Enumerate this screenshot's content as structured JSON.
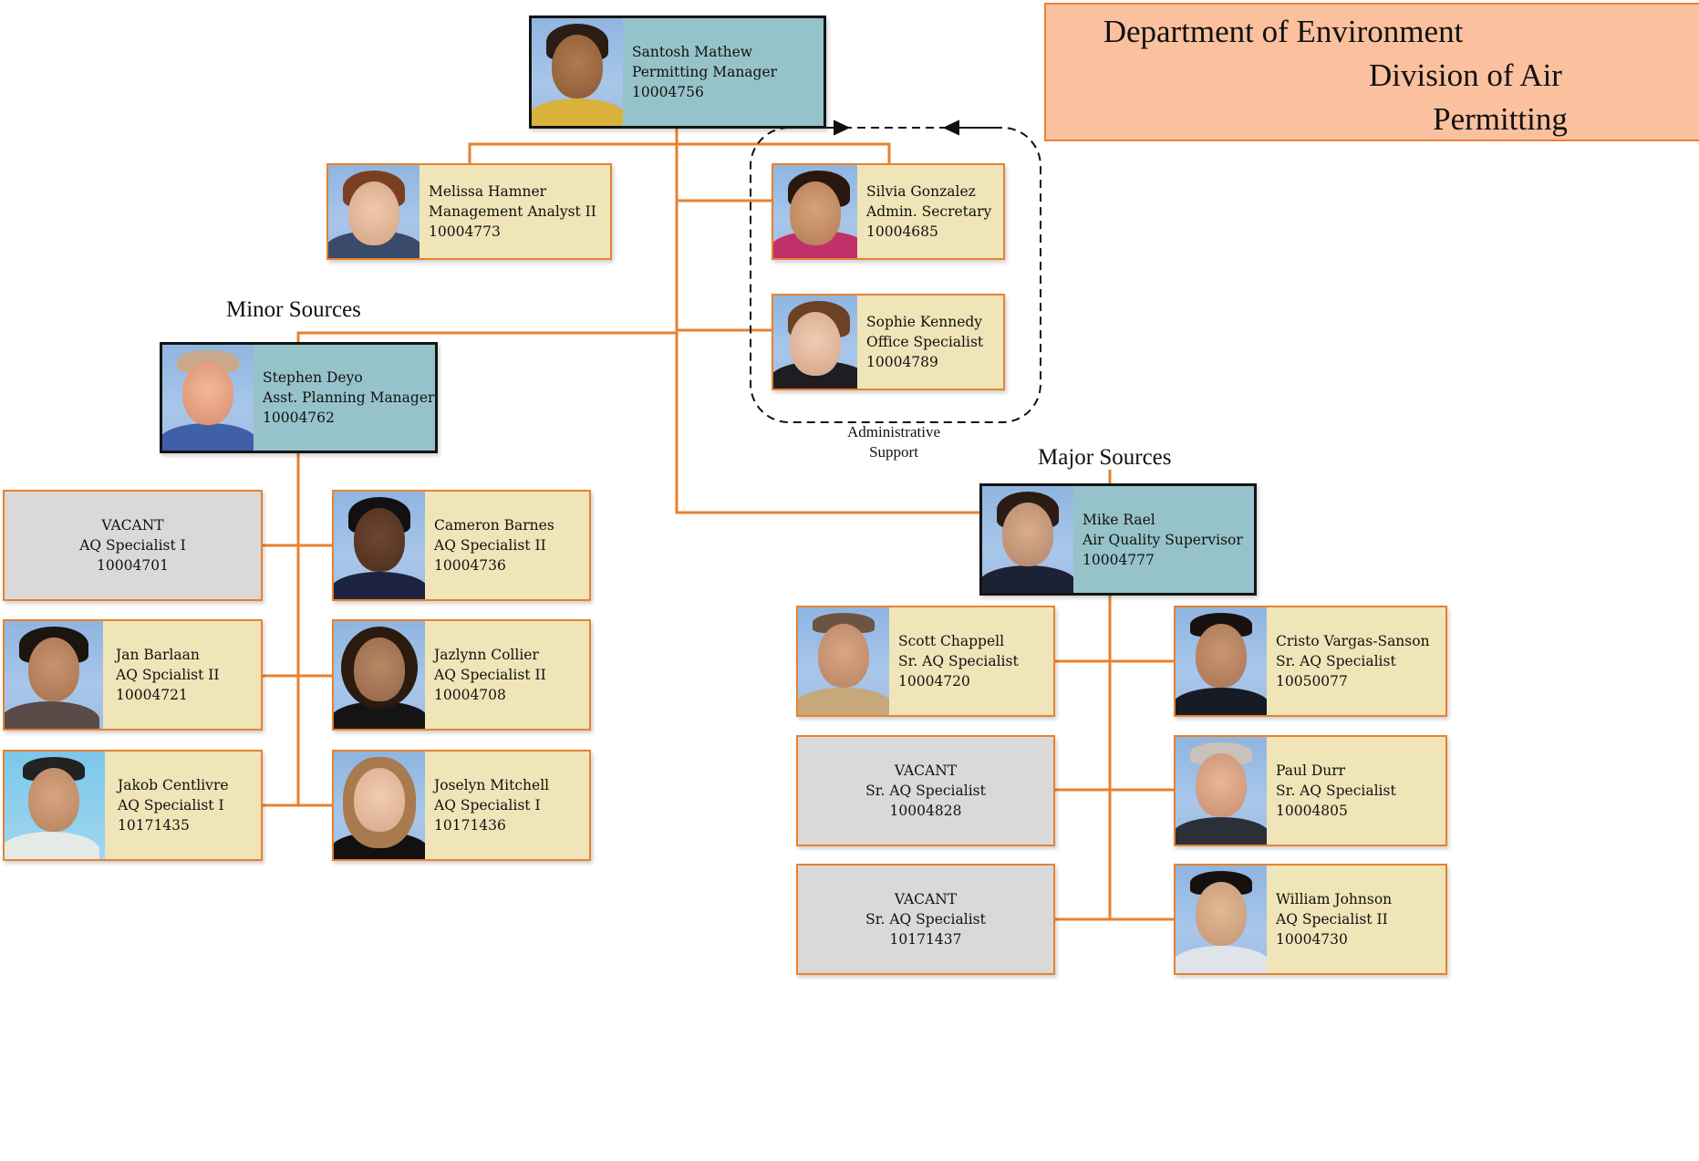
{
  "title": {
    "lines": [
      "Department of Environment",
      "Division of Air",
      "Permitting"
    ],
    "background": "#fbc09e",
    "border_color": "#e8823a"
  },
  "sections": {
    "minor_sources": "Minor Sources",
    "major_sources": "Major Sources",
    "admin_support": [
      "Administrative",
      "Support"
    ]
  },
  "colors": {
    "connector": "#e8822e",
    "manager_card": "#96c3c9",
    "staff_card": "#efe5b8",
    "vacant_card": "#d9d9d9"
  },
  "people": {
    "santosh": {
      "name": "Santosh Mathew",
      "title": "Permitting Manager",
      "id": "10004756",
      "photo": "photo-santosh-mathew"
    },
    "melissa": {
      "name": "Melissa Hamner",
      "title": "Management Analyst II",
      "id": "10004773",
      "photo": "photo-melissa-hamner"
    },
    "silvia": {
      "name": "Silvia Gonzalez",
      "title": "Admin. Secretary",
      "id": "10004685",
      "photo": "photo-silvia-gonzalez"
    },
    "sophie": {
      "name": "Sophie Kennedy",
      "title": "Office Specialist",
      "id": "10004789",
      "photo": "photo-sophie-kennedy"
    },
    "stephen": {
      "name": "Stephen Deyo",
      "title": "Asst. Planning Manager",
      "id": "10004762",
      "photo": "photo-stephen-deyo"
    },
    "vacant1": {
      "name": "VACANT",
      "title": "AQ Specialist I",
      "id": "10004701"
    },
    "cameron": {
      "name": "Cameron Barnes",
      "title": "AQ Specialist II",
      "id": "10004736",
      "photo": "photo-cameron-barnes"
    },
    "jan": {
      "name": "Jan Barlaan",
      "title": "AQ Spcialist II",
      "id": "10004721",
      "photo": "photo-jan-barlaan"
    },
    "jazlynn": {
      "name": "Jazlynn Collier",
      "title": "AQ Specialist II",
      "id": "10004708",
      "photo": "photo-jazlynn-collier"
    },
    "jakob": {
      "name": "Jakob Centlivre",
      "title": "AQ Specialist I",
      "id": "10171435",
      "photo": "photo-jakob-centlivre"
    },
    "joselyn": {
      "name": "Joselyn Mitchell",
      "title": "AQ Specialist I",
      "id": "10171436",
      "photo": "photo-joselyn-mitchell"
    },
    "mike": {
      "name": "Mike Rael",
      "title": "Air Quality Supervisor",
      "id": "10004777",
      "photo": "photo-mike-rael"
    },
    "scott": {
      "name": "Scott Chappell",
      "title": "Sr. AQ Specialist",
      "id": "10004720",
      "photo": "photo-scott-chappell"
    },
    "cristo": {
      "name": "Cristo Vargas-Sanson",
      "title": "Sr. AQ Specialist",
      "id": "10050077",
      "photo": "photo-cristo-vargas-sanson"
    },
    "vacant2": {
      "name": "VACANT",
      "title": "Sr. AQ Specialist",
      "id": "10004828"
    },
    "paul": {
      "name": "Paul Durr",
      "title": "Sr. AQ Specialist",
      "id": "10004805",
      "photo": "photo-paul-durr"
    },
    "vacant3": {
      "name": "VACANT",
      "title": "Sr. AQ Specialist",
      "id": "10171437"
    },
    "william": {
      "name": "William Johnson",
      "title": "AQ Specialist II",
      "id": "10004730",
      "photo": "photo-william-johnson"
    }
  }
}
